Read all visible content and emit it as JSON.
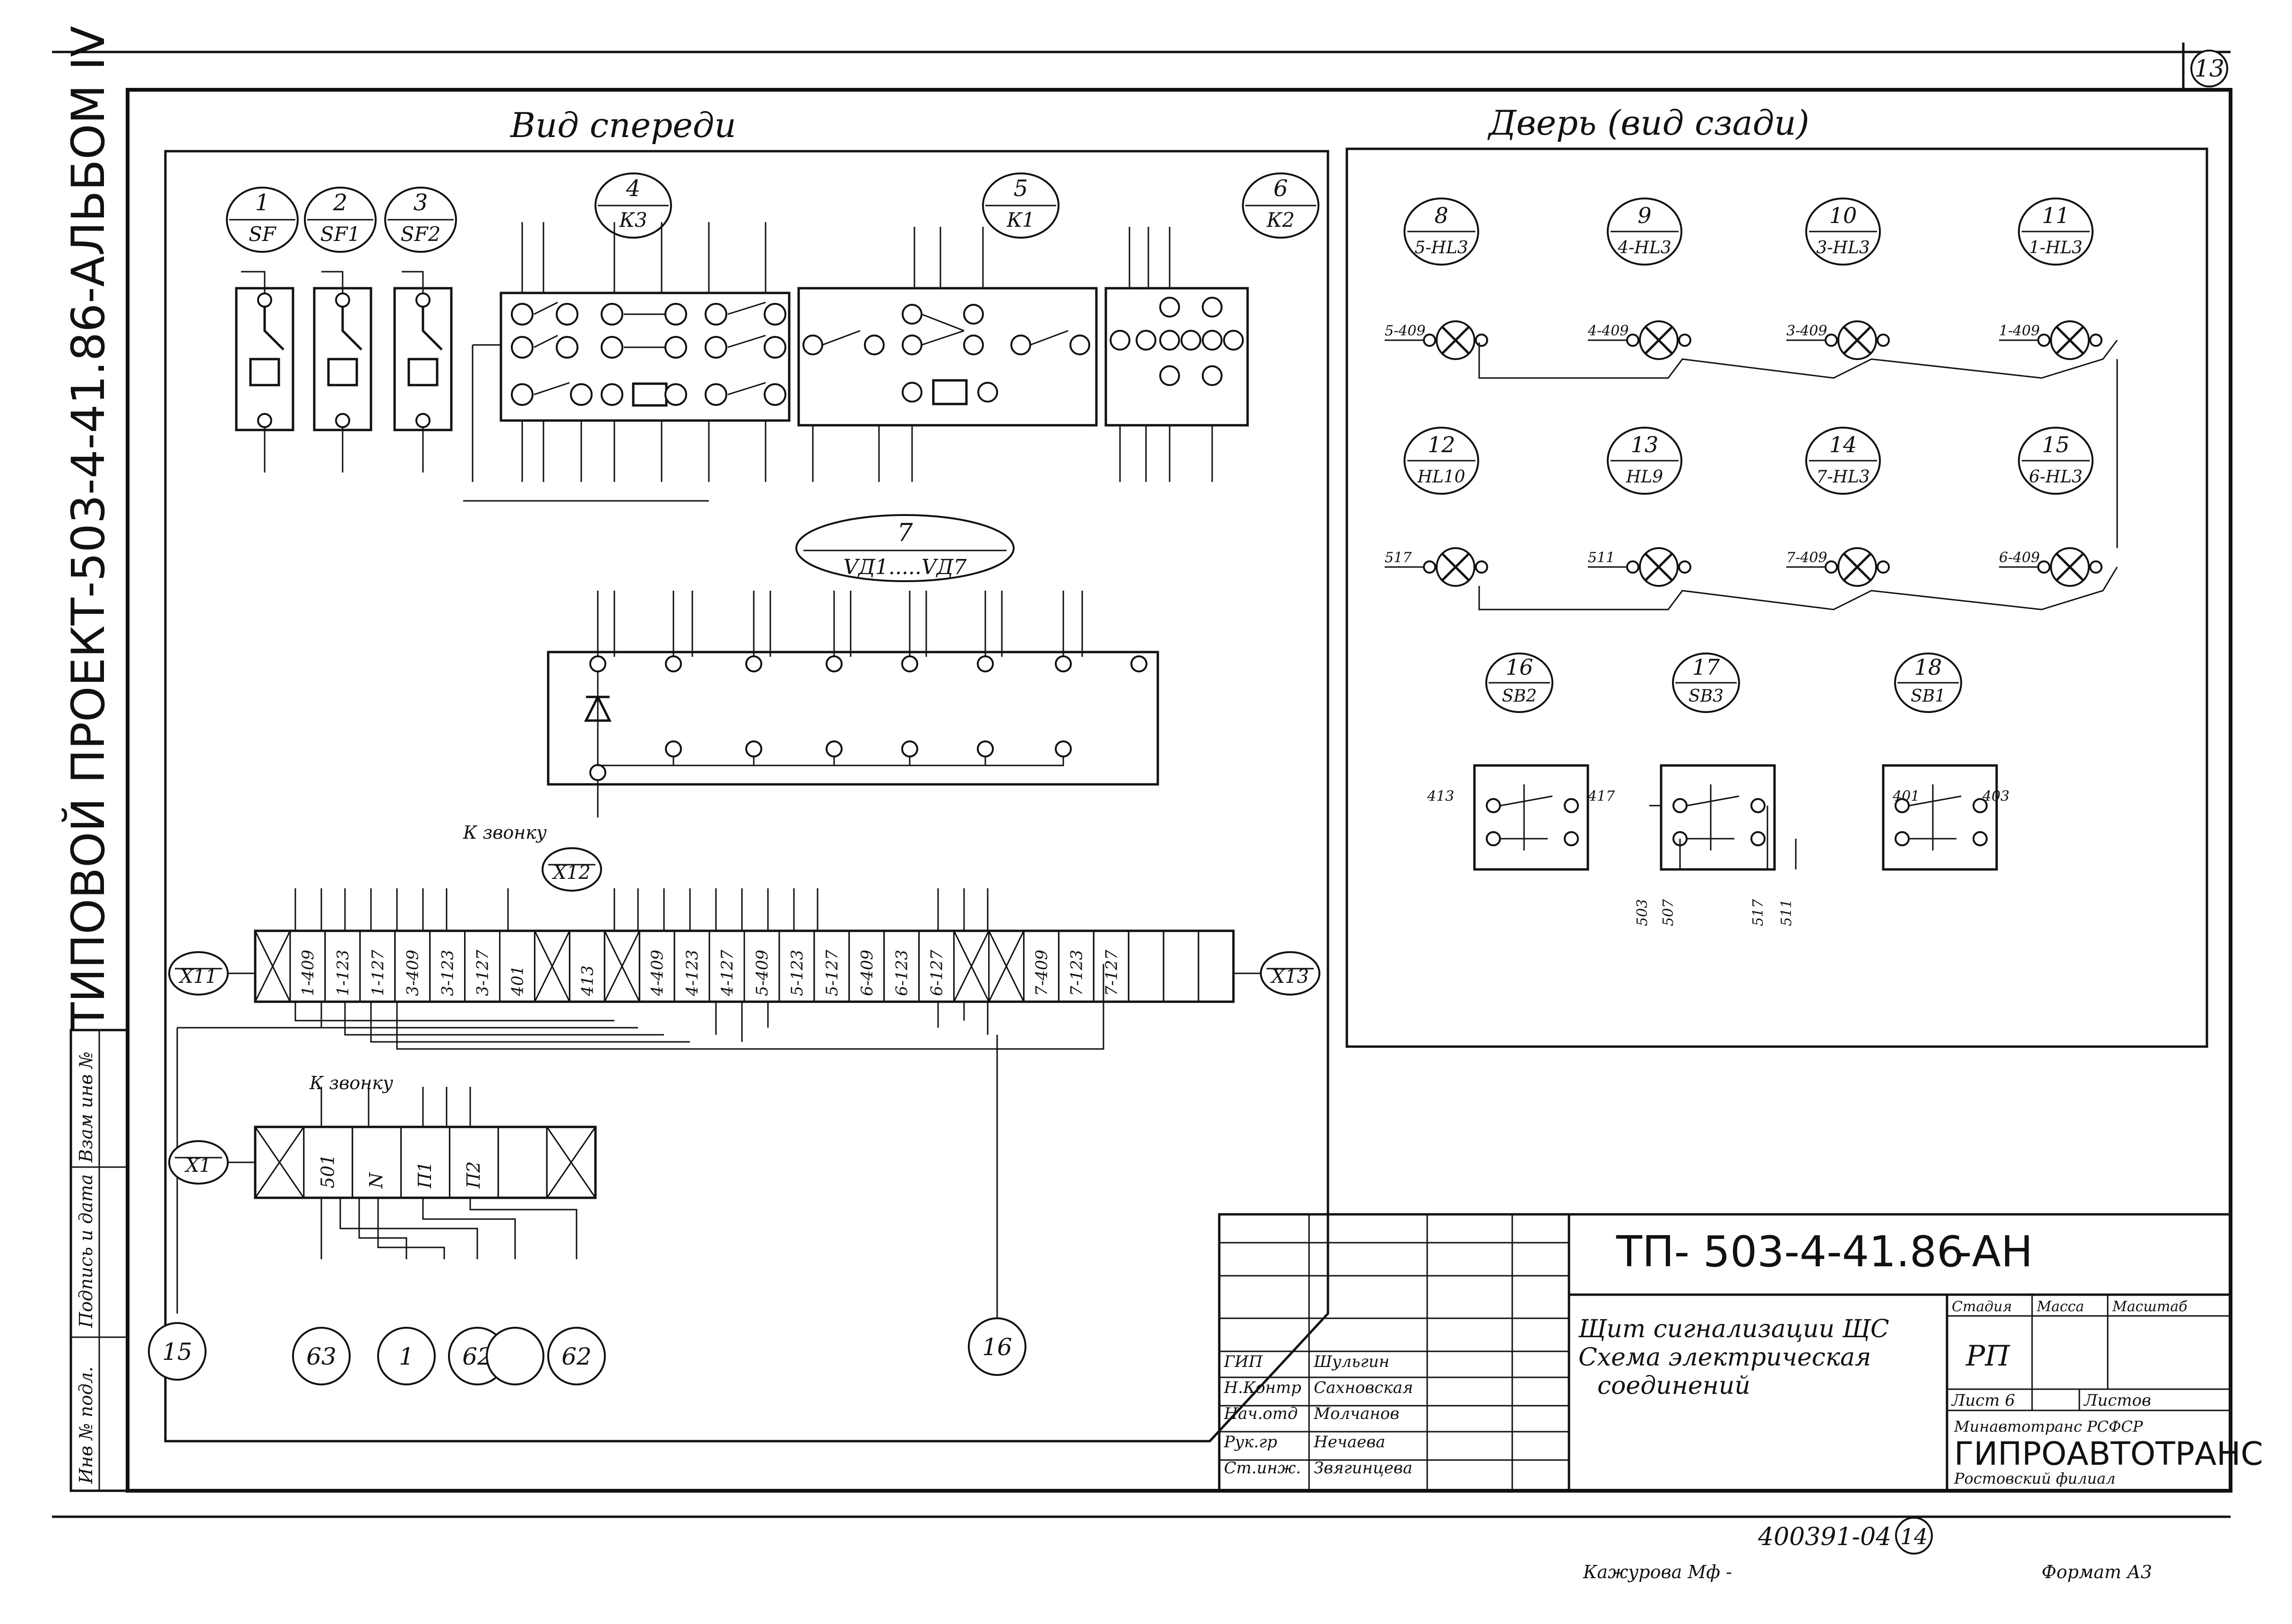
{
  "page_number": "13",
  "side_text": "ТИПОВОЙ ПРОЕКТ-503-4-41.86-АЛЬБОМ IV",
  "side_stamps": [
    "Инв № подл.",
    "Подпись и дата",
    "Взам инв №"
  ],
  "front_view_title": "Вид спереди",
  "door_title": "Дверь (вид сзади)",
  "front_devices": [
    {
      "num": "1",
      "code": "SF"
    },
    {
      "num": "2",
      "code": "SF1"
    },
    {
      "num": "3",
      "code": "SF2"
    },
    {
      "num": "4",
      "code": "К3"
    },
    {
      "num": "5",
      "code": "К1"
    },
    {
      "num": "6",
      "code": "К2"
    }
  ],
  "diode_block": {
    "num": "7",
    "code": "VД1.....VД7"
  },
  "door_lamps": [
    {
      "num": "8",
      "code": "5-HL3"
    },
    {
      "num": "9",
      "code": "4-HL3"
    },
    {
      "num": "10",
      "code": "3-HL3"
    },
    {
      "num": "11",
      "code": "1-HL3"
    },
    {
      "num": "12",
      "code": "HL10"
    },
    {
      "num": "13",
      "code": "HL9"
    },
    {
      "num": "14",
      "code": "7-HL3"
    },
    {
      "num": "15",
      "code": "6-HL3"
    }
  ],
  "door_buttons": [
    {
      "num": "16",
      "code": "SB2"
    },
    {
      "num": "17",
      "code": "SB3"
    },
    {
      "num": "18",
      "code": "SB1"
    }
  ],
  "lamp_wires_row1": [
    "5-409",
    "4-409",
    "3-409",
    "1-409"
  ],
  "lamp_wires_row2": [
    "517",
    "511",
    "7-409",
    "6-409"
  ],
  "button_wires": [
    "413",
    "417",
    "401",
    "403",
    "503",
    "507",
    "517",
    "511"
  ],
  "terminal_x11": "X11",
  "terminal_x13": "X13",
  "terminal_x12": "X12",
  "terminal_x1": "X1",
  "bell_label_1": "К звонку",
  "bell_label_2": "К звонку",
  "x11_cells": [
    "1-409",
    "1-123",
    "1-127",
    "3-409",
    "3-123",
    "3-127",
    "401",
    "",
    "413",
    "",
    "4-409",
    "4-123",
    "4-127",
    "5-409",
    "5-123",
    "5-127",
    "6-409",
    "6-123",
    "6-127",
    "",
    "",
    "7-409",
    "7-123",
    "7-127"
  ],
  "x1_cells": [
    "501",
    "N",
    "П1",
    "П2"
  ],
  "bottom_circles": [
    "15",
    "63",
    "1",
    "62",
    "",
    "62",
    "16"
  ],
  "title_block": {
    "doc_number": "ТП- 503-4-41.86",
    "suffix": "-АН",
    "description_1": "Щит сигнализации ЩС",
    "description_2": "Схема электрическая",
    "description_3": "соединений",
    "stage_header": "Стадия",
    "mass_header": "Масса",
    "scale_header": "Масштаб",
    "stage": "РП",
    "sheet_label": "Лист 6",
    "sheets_label": "Листов",
    "org_1": "Минавтотранс РСФСР",
    "org_2": "ГИПРОАВТОТРАНС",
    "org_3": "Ростовский филиал",
    "roles": [
      {
        "role": "ГИП",
        "name": "Шульгин"
      },
      {
        "role": "Н.Контр",
        "name": "Сахновская"
      },
      {
        "role": "Нач.отд",
        "name": "Молчанов"
      },
      {
        "role": "Рук.гр",
        "name": "Нечаева"
      },
      {
        "role": "Ст.инж.",
        "name": "Звягинцева"
      }
    ]
  },
  "archive_number": "400391-04",
  "archive_circle": "14",
  "copier": "Кажурова Мф -",
  "format": "Формат А3"
}
